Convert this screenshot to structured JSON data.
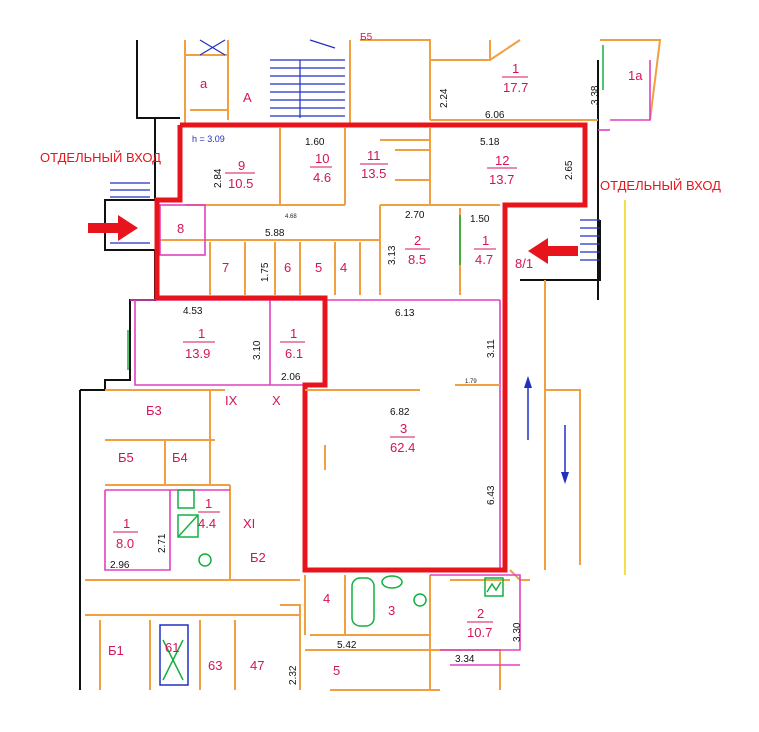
{
  "labels": {
    "entrance_left": "ОТДЕЛЬНЫЙ ВХОД",
    "entrance_right": "ОТДЕЛЬНЫЙ ВХОД",
    "height": "h = 3.09"
  },
  "rooms": [
    {
      "id": "r9",
      "num": "9",
      "area": "10.5"
    },
    {
      "id": "r10",
      "num": "10",
      "area": "4.6"
    },
    {
      "id": "r11",
      "num": "11",
      "area": "13.5"
    },
    {
      "id": "r12",
      "num": "12",
      "area": "13.7"
    },
    {
      "id": "r8",
      "num": "8"
    },
    {
      "id": "r7",
      "num": "7"
    },
    {
      "id": "r6",
      "num": "6"
    },
    {
      "id": "r5",
      "num": "5"
    },
    {
      "id": "r4",
      "num": "4"
    },
    {
      "id": "r2",
      "num": "2",
      "area": "8.5"
    },
    {
      "id": "r1s",
      "num": "1",
      "area": "4.7"
    },
    {
      "id": "r81",
      "num": "8/1"
    },
    {
      "id": "rL1",
      "num": "1",
      "area": "13.9"
    },
    {
      "id": "rM1",
      "num": "1",
      "area": "6.1"
    },
    {
      "id": "r3",
      "num": "3",
      "area": "62.4"
    },
    {
      "id": "rT1",
      "num": "1",
      "area": "17.7"
    },
    {
      "id": "r1a",
      "num": "1а"
    },
    {
      "id": "ra",
      "num": "а"
    },
    {
      "id": "rA",
      "num": "А"
    },
    {
      "id": "rB3",
      "num": "Б3"
    },
    {
      "id": "rB5",
      "num": "Б5"
    },
    {
      "id": "rB4",
      "num": "Б4"
    },
    {
      "id": "rW1",
      "num": "1",
      "area": "8.0"
    },
    {
      "id": "rS1",
      "num": "1",
      "area": "4.4"
    },
    {
      "id": "rB2",
      "num": "Б2"
    },
    {
      "id": "rB1",
      "num": "Б1"
    },
    {
      "id": "rB63",
      "num": "63"
    },
    {
      "id": "rB61",
      "num": "61"
    },
    {
      "id": "r47",
      "num": "47"
    },
    {
      "id": "rb4",
      "num": "4"
    },
    {
      "id": "rb3",
      "num": "3"
    },
    {
      "id": "rb2",
      "num": "2",
      "area": "10.7"
    },
    {
      "id": "rb5",
      "num": "5"
    },
    {
      "id": "rIX",
      "num": "IX"
    },
    {
      "id": "rX",
      "num": "X"
    },
    {
      "id": "rXI",
      "num": "XI"
    },
    {
      "id": "rB5top",
      "num": "Б5"
    }
  ],
  "dimensions": [
    "2.24",
    "6.06",
    "3.38",
    "1.60",
    "5.18",
    "2.84",
    "2.65",
    "4.68",
    "5.88",
    "2.70",
    "1.50",
    "3.13",
    "1.75",
    "4.53",
    "6.13",
    "3.10",
    "3.11",
    "2.06",
    "6.82",
    "6.43",
    "2.71",
    "2.96",
    "5.42",
    "3.30",
    "3.34",
    "2.32",
    "1.79"
  ]
}
